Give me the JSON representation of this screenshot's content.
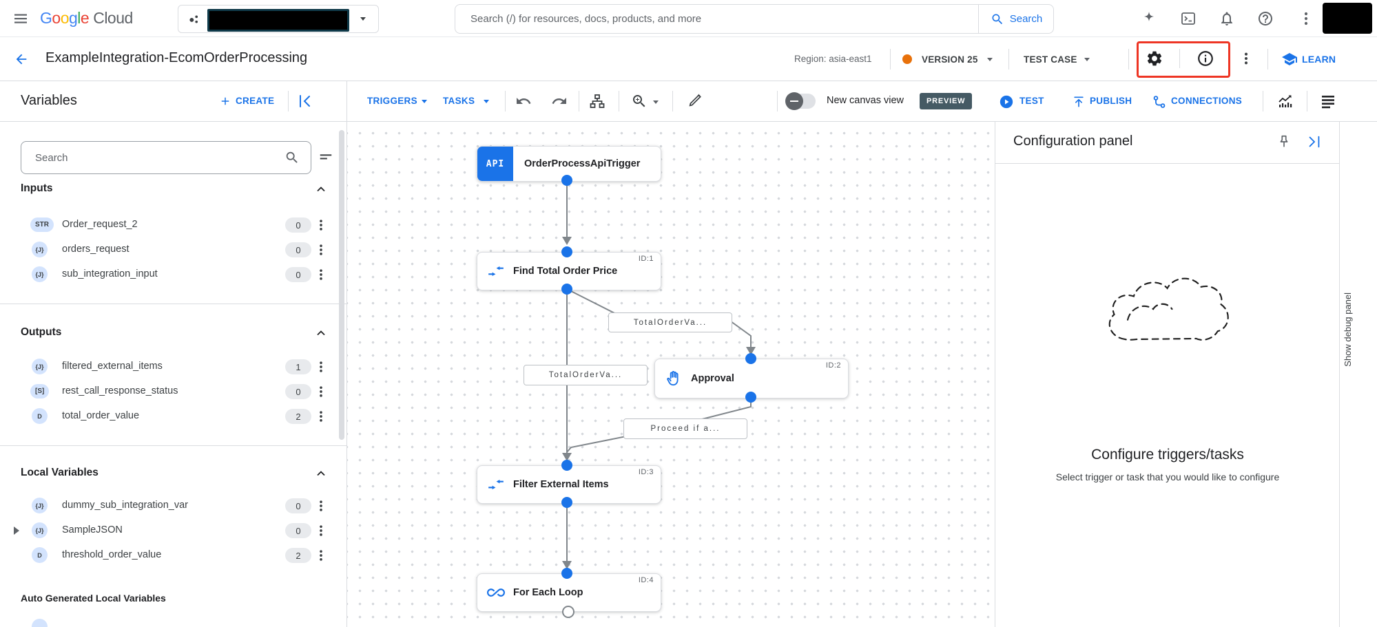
{
  "colors": {
    "accent_blue": "#1a73e8",
    "version_dot_orange": "#e8710a",
    "highlight_red": "#ee3524",
    "preview_badge": "#455a64",
    "variable_chip_blue": "#d3e3fd"
  },
  "topbar": {
    "logo_letters": [
      "G",
      "o",
      "o",
      "g",
      "l",
      "e"
    ],
    "logo_cloud": "Cloud",
    "search_placeholder": "Search (/) for resources, docs, products, and more",
    "search_button_label": "Search"
  },
  "header": {
    "title": "ExampleIntegration-EcomOrderProcessing",
    "region_label": "Region: asia-east1",
    "version_label": "VERSION 25",
    "test_case_label": "TEST CASE",
    "learn_label": "LEARN"
  },
  "toolbar": {
    "variables_title": "Variables",
    "create_label": "CREATE",
    "triggers_label": "TRIGGERS",
    "tasks_label": "TASKS",
    "canvas_toggle_label": "New canvas view",
    "preview_badge": "PREVIEW",
    "test_label": "TEST",
    "publish_label": "PUBLISH",
    "connections_label": "CONNECTIONS"
  },
  "sidebar": {
    "search_placeholder": "Search",
    "sections": [
      {
        "title": "Inputs",
        "items": [
          {
            "type": "STR",
            "name": "Order_request_2",
            "count": "0"
          },
          {
            "type": "{J}",
            "name": "orders_request",
            "count": "0"
          },
          {
            "type": "{J}",
            "name": "sub_integration_input",
            "count": "0"
          }
        ]
      },
      {
        "title": "Outputs",
        "items": [
          {
            "type": "{J}",
            "name": "filtered_external_items",
            "count": "1"
          },
          {
            "type": "[S]",
            "name": "rest_call_response_status",
            "count": "0"
          },
          {
            "type": "D",
            "name": "total_order_value",
            "count": "2"
          }
        ]
      },
      {
        "title": "Local Variables",
        "items": [
          {
            "type": "{J}",
            "name": "dummy_sub_integration_var",
            "count": "0"
          },
          {
            "type": "{J}",
            "name": "SampleJSON",
            "count": "0"
          },
          {
            "type": "D",
            "name": "threshold_order_value",
            "count": "2"
          }
        ]
      }
    ],
    "auto_generated_title": "Auto Generated Local Variables"
  },
  "canvas": {
    "api_badge": "API",
    "nodes": [
      {
        "icon": "api",
        "title": "OrderProcessApiTrigger",
        "id_label": ""
      },
      {
        "icon": "data-mapping",
        "title": "Find Total Order Price",
        "id_label": "ID:1"
      },
      {
        "icon": "approval-hand",
        "title": "Approval",
        "id_label": "ID:2"
      },
      {
        "icon": "data-mapping",
        "title": "Filter External Items",
        "id_label": "ID:3"
      },
      {
        "icon": "for-each-loop",
        "title": "For Each Loop",
        "id_label": "ID:4"
      }
    ],
    "edge_labels": [
      "TotalOrderVa...",
      "TotalOrderVa...",
      "Proceed if a..."
    ]
  },
  "config_panel": {
    "title": "Configuration panel",
    "heading": "Configure triggers/tasks",
    "subtext": "Select trigger or task that you would like to configure"
  },
  "debug_panel": {
    "label": "Show debug panel"
  }
}
